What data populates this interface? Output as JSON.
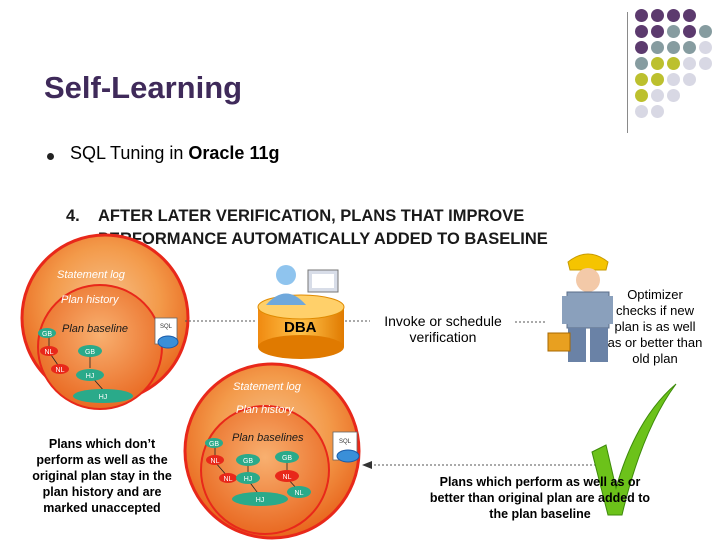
{
  "title": "Self-Learning",
  "bullet": {
    "prefix": "SQL Tuning in ",
    "emph": "Oracle 11g"
  },
  "step": {
    "number": "4.",
    "line1": "AFTER LATER VERIFICATION, PLANS THAT IMPROVE",
    "line2": "PERFORMANCE AUTOMATICALLY ADDED TO BASELINE"
  },
  "colors": {
    "purple": "#5c3a6e",
    "teal": "#869ca0",
    "olive": "#bcc02e",
    "lavender": "#d8d8e4",
    "disc_orange": "#f08a3a",
    "disc_red": "#e83a1a"
  },
  "left_disc": {
    "statement_log": "Statement log",
    "plan_history": "Plan history",
    "plan_baseline": "Plan baseline",
    "nodes": [
      "GB",
      "NL",
      "NL",
      "GB",
      "HJ",
      "HJ"
    ],
    "doc_label": "SQL"
  },
  "dba": {
    "label": "DBA"
  },
  "invoke": {
    "line1": "Invoke or schedule",
    "line2": "verification"
  },
  "optimizer": {
    "lines": [
      "Optimizer",
      "checks if new",
      "plan is as well",
      "as or better than",
      "old plan"
    ]
  },
  "lower_disc": {
    "statement_log": "Statement log",
    "plan_history": "Plan history",
    "plan_baselines": "Plan baselines",
    "nodes": [
      "GB",
      "GB",
      "GB",
      "NL",
      "NL",
      "HJ",
      "NL",
      "HJ"
    ],
    "doc_label": "SQL"
  },
  "unaccepted_note": {
    "lines": [
      "Plans which don’t",
      "perform as well as the",
      "original plan stay in the",
      "plan history and are",
      "marked unaccepted"
    ]
  },
  "accepted_note": {
    "lines": [
      "Plans which perform as well as or",
      "better than original plan are added to",
      "the plan baseline"
    ]
  }
}
